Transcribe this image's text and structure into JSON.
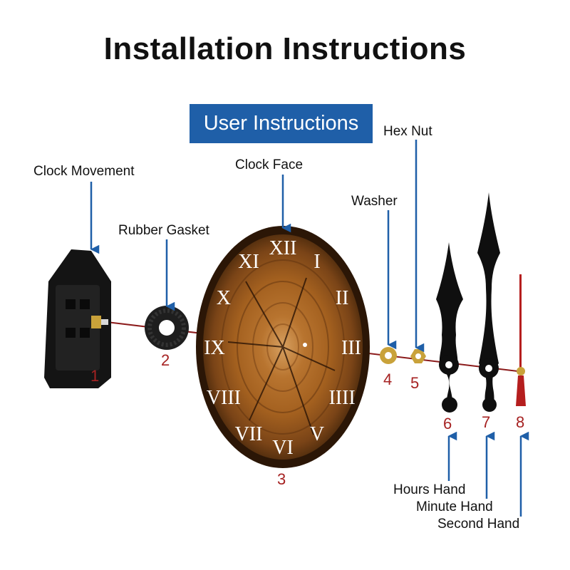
{
  "title": "Installation Instructions",
  "badge": "User Instructions",
  "labels": {
    "clock_movement": "Clock Movement",
    "rubber_gasket": "Rubber Gasket",
    "clock_face": "Clock Face",
    "washer": "Washer",
    "hex_nut": "Hex Nut",
    "hours_hand": "Hours Hand",
    "minute_hand": "Minute Hand",
    "second_hand": "Second Hand"
  },
  "numbers": [
    "1",
    "2",
    "3",
    "4",
    "5",
    "6",
    "7",
    "8"
  ],
  "numerals": [
    "XII",
    "I",
    "II",
    "III",
    "IIII",
    "V",
    "VI",
    "VII",
    "VIII",
    "IX",
    "X",
    "XI"
  ],
  "colors": {
    "accent_blue": "#1f5fa8",
    "number_red": "#a62222",
    "shaft_red": "#8b1a1a"
  }
}
